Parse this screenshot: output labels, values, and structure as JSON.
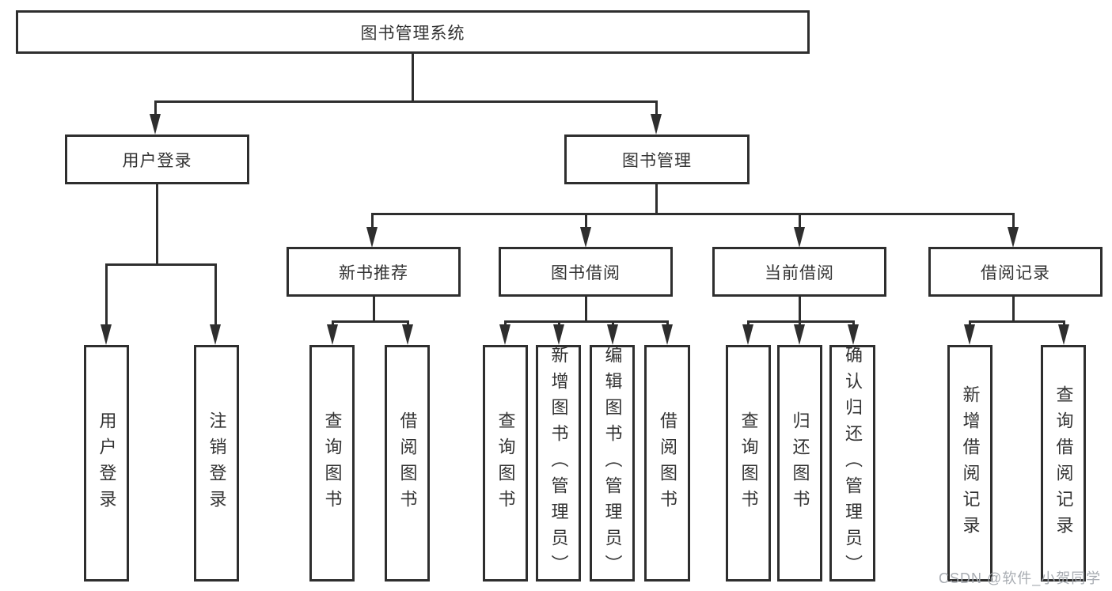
{
  "diagram": {
    "type": "tree",
    "title": "图书管理系统",
    "hierarchy": {
      "root": "图书管理系统",
      "children": [
        {
          "label": "用户登录",
          "children": [
            "用户登录",
            "注销登录"
          ]
        },
        {
          "label": "图书管理",
          "children": [
            {
              "label": "新书推荐",
              "children": [
                "查询图书",
                "借阅图书"
              ]
            },
            {
              "label": "图书借阅",
              "children": [
                "查询图书",
                "新增图书（管理员）",
                "编辑图书（管理员）",
                "借阅图书"
              ]
            },
            {
              "label": "当前借阅",
              "children": [
                "查询图书",
                "归还图书",
                "确认归还（管理员）"
              ]
            },
            {
              "label": "借阅记录",
              "children": [
                "新增借阅记录",
                "查询借阅记录"
              ]
            }
          ]
        }
      ]
    }
  },
  "nodes": {
    "root": {
      "label": "图书管理系统"
    },
    "user_login": {
      "label": "用户登录"
    },
    "book_mgmt": {
      "label": "图书管理"
    },
    "new_books": {
      "label": "新书推荐"
    },
    "book_borrow": {
      "label": "图书借阅"
    },
    "current_borrow": {
      "label": "当前借阅"
    },
    "borrow_records": {
      "label": "借阅记录"
    },
    "leaf_user_login": {
      "label": "用户登录"
    },
    "leaf_logout": {
      "label": "注销登录"
    },
    "leaf_nb_query": {
      "label": "查询图书"
    },
    "leaf_nb_borrow": {
      "label": "借阅图书"
    },
    "leaf_bb_query": {
      "label": "查询图书"
    },
    "leaf_bb_add": {
      "label": "新增图书（管理员）"
    },
    "leaf_bb_edit": {
      "label": "编辑图书（管理员）"
    },
    "leaf_bb_borrow": {
      "label": "借阅图书"
    },
    "leaf_cb_query": {
      "label": "查询图书"
    },
    "leaf_cb_return": {
      "label": "归还图书"
    },
    "leaf_cb_confirm": {
      "label": "确认归还（管理员）"
    },
    "leaf_br_add": {
      "label": "新增借阅记录"
    },
    "leaf_br_query": {
      "label": "查询借阅记录"
    }
  },
  "watermark": {
    "label": "CSDN @软件_小贺同学"
  },
  "colors": {
    "background": "#ffffff",
    "line": "#2e2e2e",
    "text": "#333333",
    "watermark": "#a3a8ae"
  }
}
